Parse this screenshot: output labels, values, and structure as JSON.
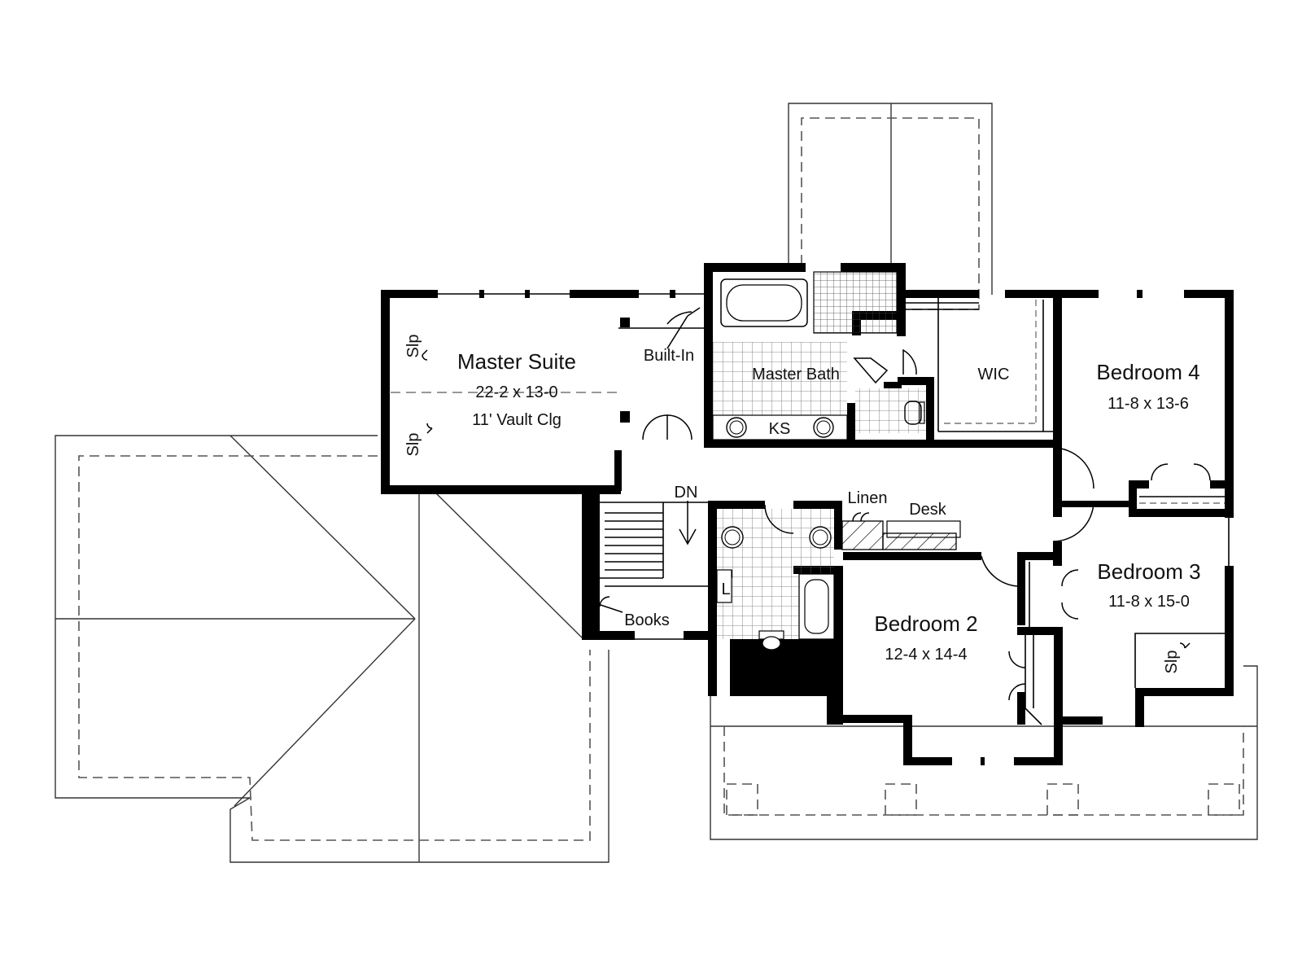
{
  "rooms": {
    "master_suite": {
      "name": "Master Suite",
      "size": "22-2 x 13-0",
      "ceiling": "11' Vault Clg"
    },
    "master_bath": {
      "name": "Master Bath"
    },
    "wic": {
      "name": "WIC"
    },
    "bedroom4": {
      "name": "Bedroom 4",
      "size": "11-8 x 13-6"
    },
    "bedroom3": {
      "name": "Bedroom 3",
      "size": "11-8 x 15-0"
    },
    "bedroom2": {
      "name": "Bedroom 2",
      "size": "12-4 x 14-4"
    }
  },
  "fixtures": {
    "built_in": "Built-In",
    "ks": "KS",
    "dn": "DN",
    "linen": "Linen",
    "desk": "Desk",
    "books": "Books",
    "l": "L",
    "slp": "Slp"
  }
}
